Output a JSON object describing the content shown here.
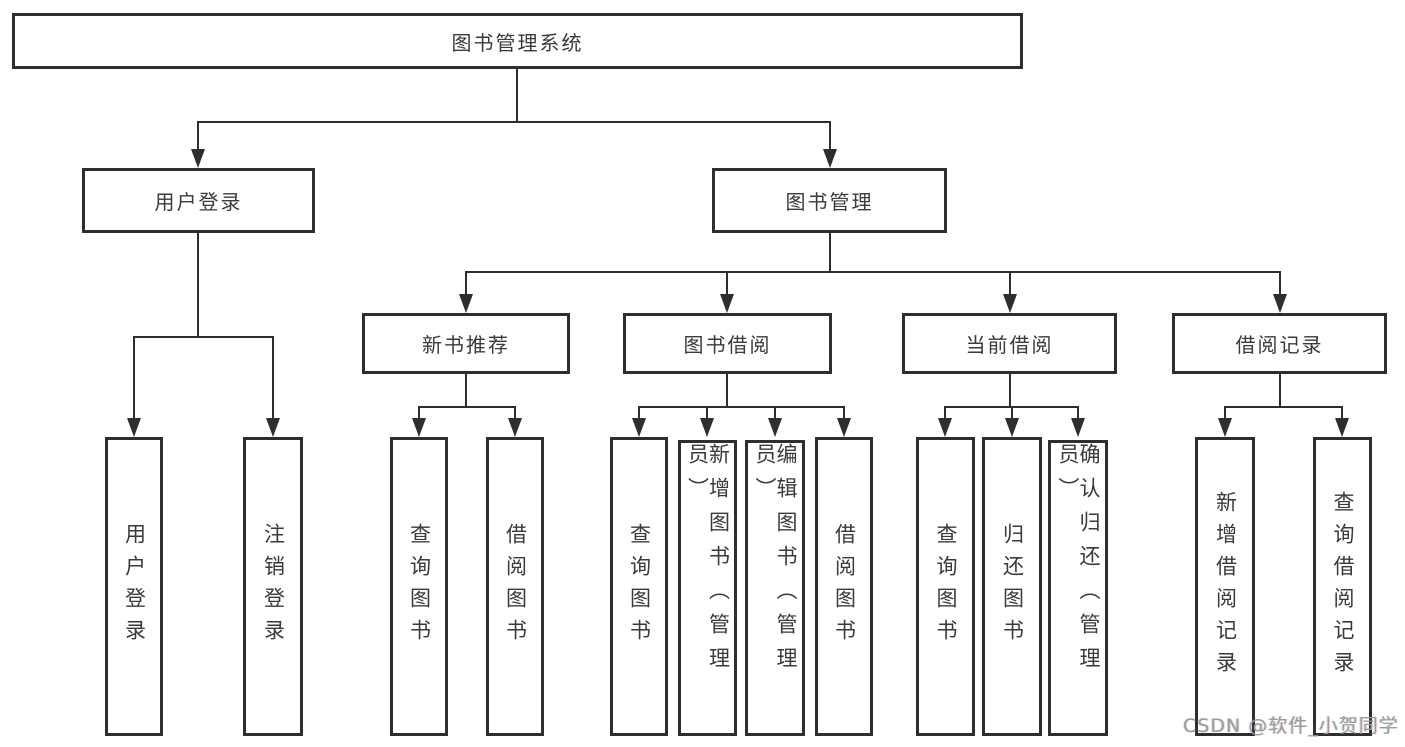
{
  "nodes": {
    "root": "图书管理系统",
    "user_login": "用户登录",
    "book_mgmt": "图书管理",
    "new_book_rec": "新书推荐",
    "book_borrow": "图书借阅",
    "current_borrow": "当前借阅",
    "borrow_records": "借阅记录"
  },
  "leaves": {
    "user_login": [
      "用户登录",
      "注销登录"
    ],
    "new_book_rec": [
      "查询图书",
      "借阅图书"
    ],
    "book_borrow": [
      "查询图书",
      "新增图书（管理员）",
      "编辑图书（管理员）",
      "借阅图书"
    ],
    "current_borrow": [
      "查询图书",
      "归还图书",
      "确认归还（管理员）"
    ],
    "borrow_records": [
      "新增借阅记录",
      "查询借阅记录"
    ]
  },
  "tree": {
    "label": "图书管理系统",
    "children": [
      {
        "label": "用户登录",
        "children": [
          {
            "label": "用户登录"
          },
          {
            "label": "注销登录"
          }
        ]
      },
      {
        "label": "图书管理",
        "children": [
          {
            "label": "新书推荐",
            "children": [
              {
                "label": "查询图书"
              },
              {
                "label": "借阅图书"
              }
            ]
          },
          {
            "label": "图书借阅",
            "children": [
              {
                "label": "查询图书"
              },
              {
                "label": "新增图书（管理员）"
              },
              {
                "label": "编辑图书（管理员）"
              },
              {
                "label": "借阅图书"
              }
            ]
          },
          {
            "label": "当前借阅",
            "children": [
              {
                "label": "查询图书"
              },
              {
                "label": "归还图书"
              },
              {
                "label": "确认归还（管理员）"
              }
            ]
          },
          {
            "label": "借阅记录",
            "children": [
              {
                "label": "新增借阅记录"
              },
              {
                "label": "查询借阅记录"
              }
            ]
          }
        ]
      }
    ]
  },
  "watermark": "CSDN @软件_小贺同学",
  "colors": {
    "line": "#2e2e2e",
    "text": "#3a3a3a",
    "watermark": "#9b9b9b",
    "background": "#ffffff"
  }
}
